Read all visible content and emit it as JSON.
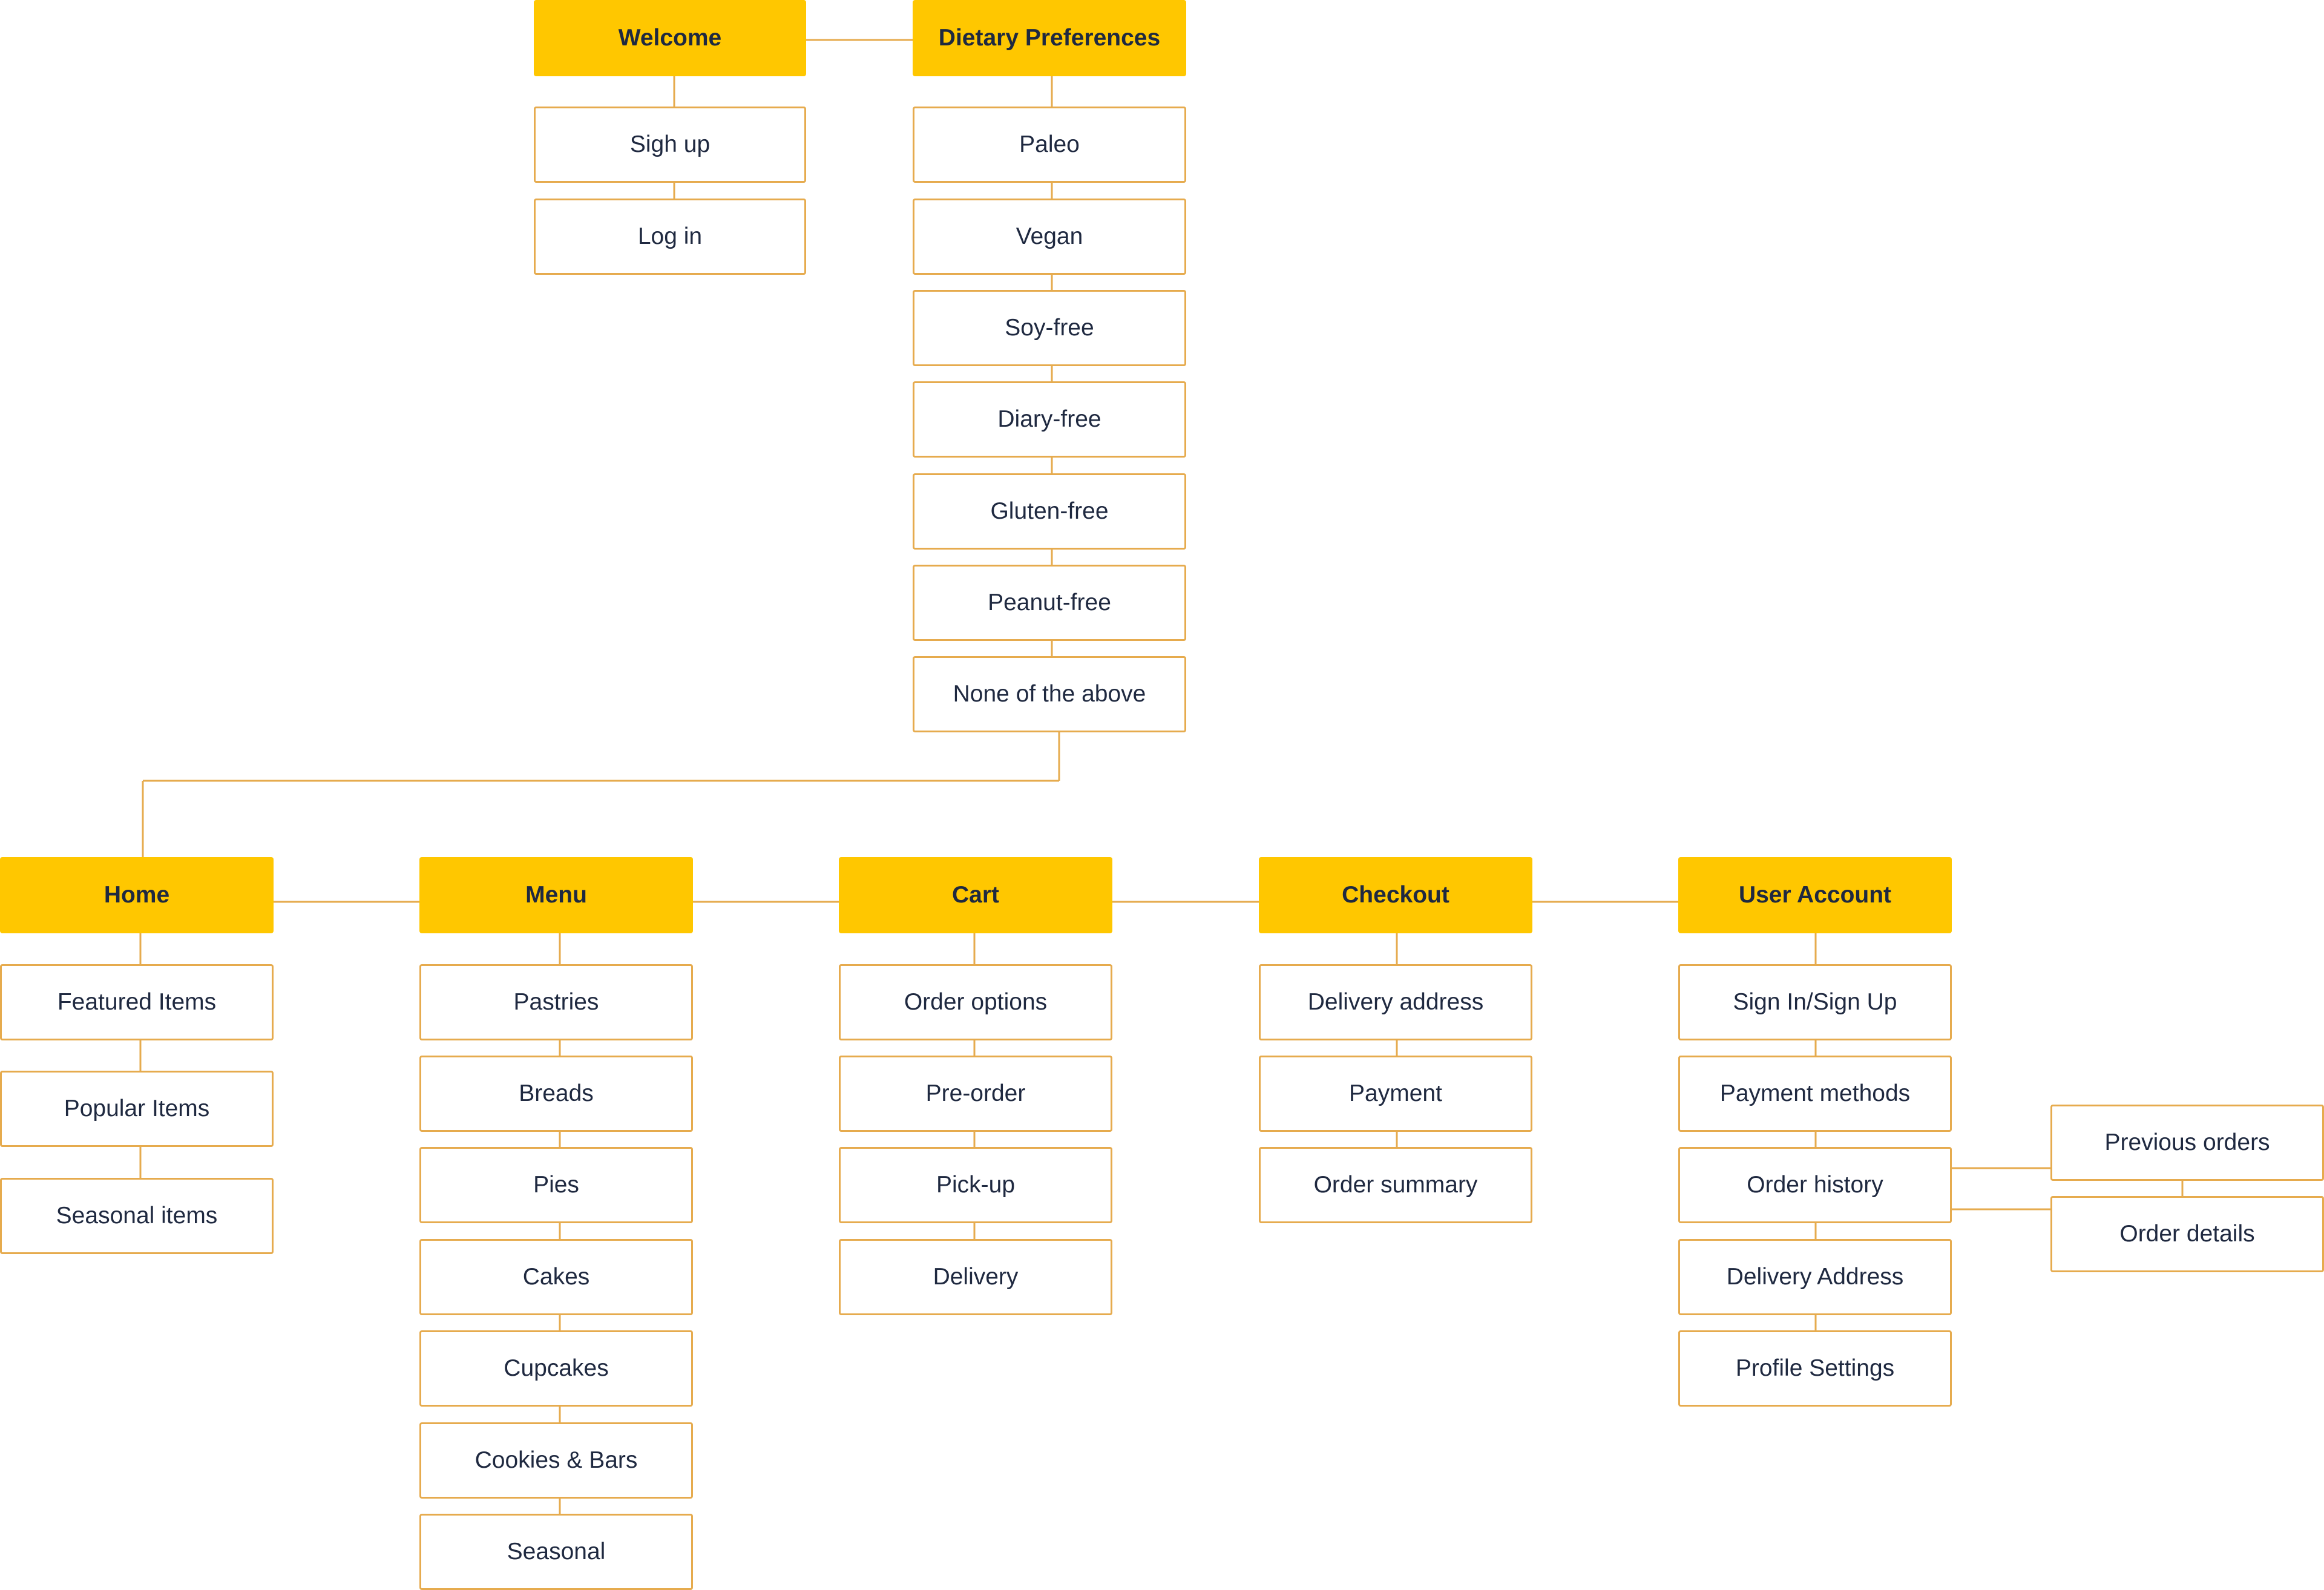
{
  "colors": {
    "header_fill": "#ffc700",
    "item_border": "#e6ab4e",
    "connector": "#e6ab4e",
    "text": "#1f2940"
  },
  "welcome": {
    "label": "Welcome",
    "items": [
      "Sigh up",
      "Log in"
    ]
  },
  "dietary": {
    "label": "Dietary Preferences",
    "items": [
      "Paleo",
      "Vegan",
      "Soy-free",
      "Diary-free",
      "Gluten-free",
      "Peanut-free",
      "None of the above"
    ]
  },
  "home": {
    "label": "Home",
    "items": [
      "Featured Items",
      "Popular Items",
      "Seasonal items"
    ]
  },
  "menu": {
    "label": "Menu",
    "items": [
      "Pastries",
      "Breads",
      "Pies",
      "Cakes",
      "Cupcakes",
      "Cookies & Bars",
      "Seasonal"
    ]
  },
  "cart": {
    "label": "Cart",
    "items": [
      "Order options",
      "Pre-order",
      "Pick-up",
      "Delivery"
    ]
  },
  "checkout": {
    "label": "Checkout",
    "items": [
      "Delivery address",
      "Payment",
      "Order summary"
    ]
  },
  "account": {
    "label": "User Account",
    "items": [
      "Sign In/Sign Up",
      "Payment methods",
      "Order history",
      "Delivery Address",
      "Profile Settings"
    ],
    "order_history_children": [
      "Previous orders",
      "Order details"
    ]
  }
}
